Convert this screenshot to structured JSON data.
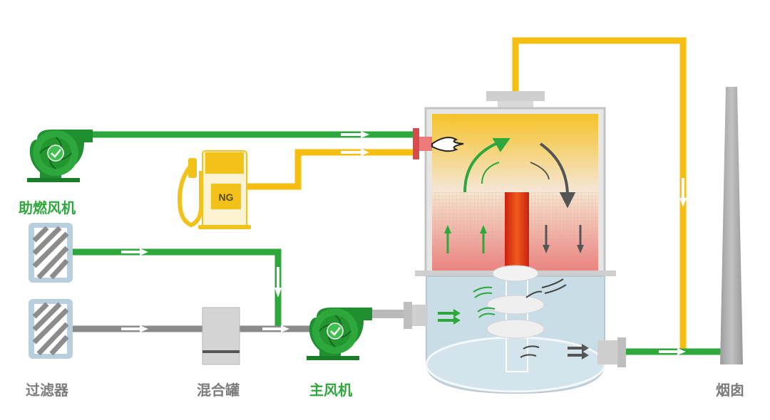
{
  "labels": {
    "aux_fan": "助燃风机",
    "filter": "过滤器",
    "mix_tank": "混合罐",
    "main_fan": "主风机",
    "chimney": "烟囱",
    "ng": "NG"
  },
  "colors": {
    "green_pipe": "#2ea83c",
    "yellow_pipe": "#f7be12",
    "gray_pipe": "#8a8a8a",
    "label_green": "#2ea83c",
    "label_gray": "#7d7d7d",
    "ng_yellow": "#f2c21a",
    "heater_red": "#e33b1f",
    "lower_blue": "#c9dde7"
  },
  "icons": [
    "fan-icon",
    "check-icon",
    "fuel-pump-icon",
    "burner-flame-icon",
    "flow-arrow-icon",
    "filter-icon"
  ]
}
